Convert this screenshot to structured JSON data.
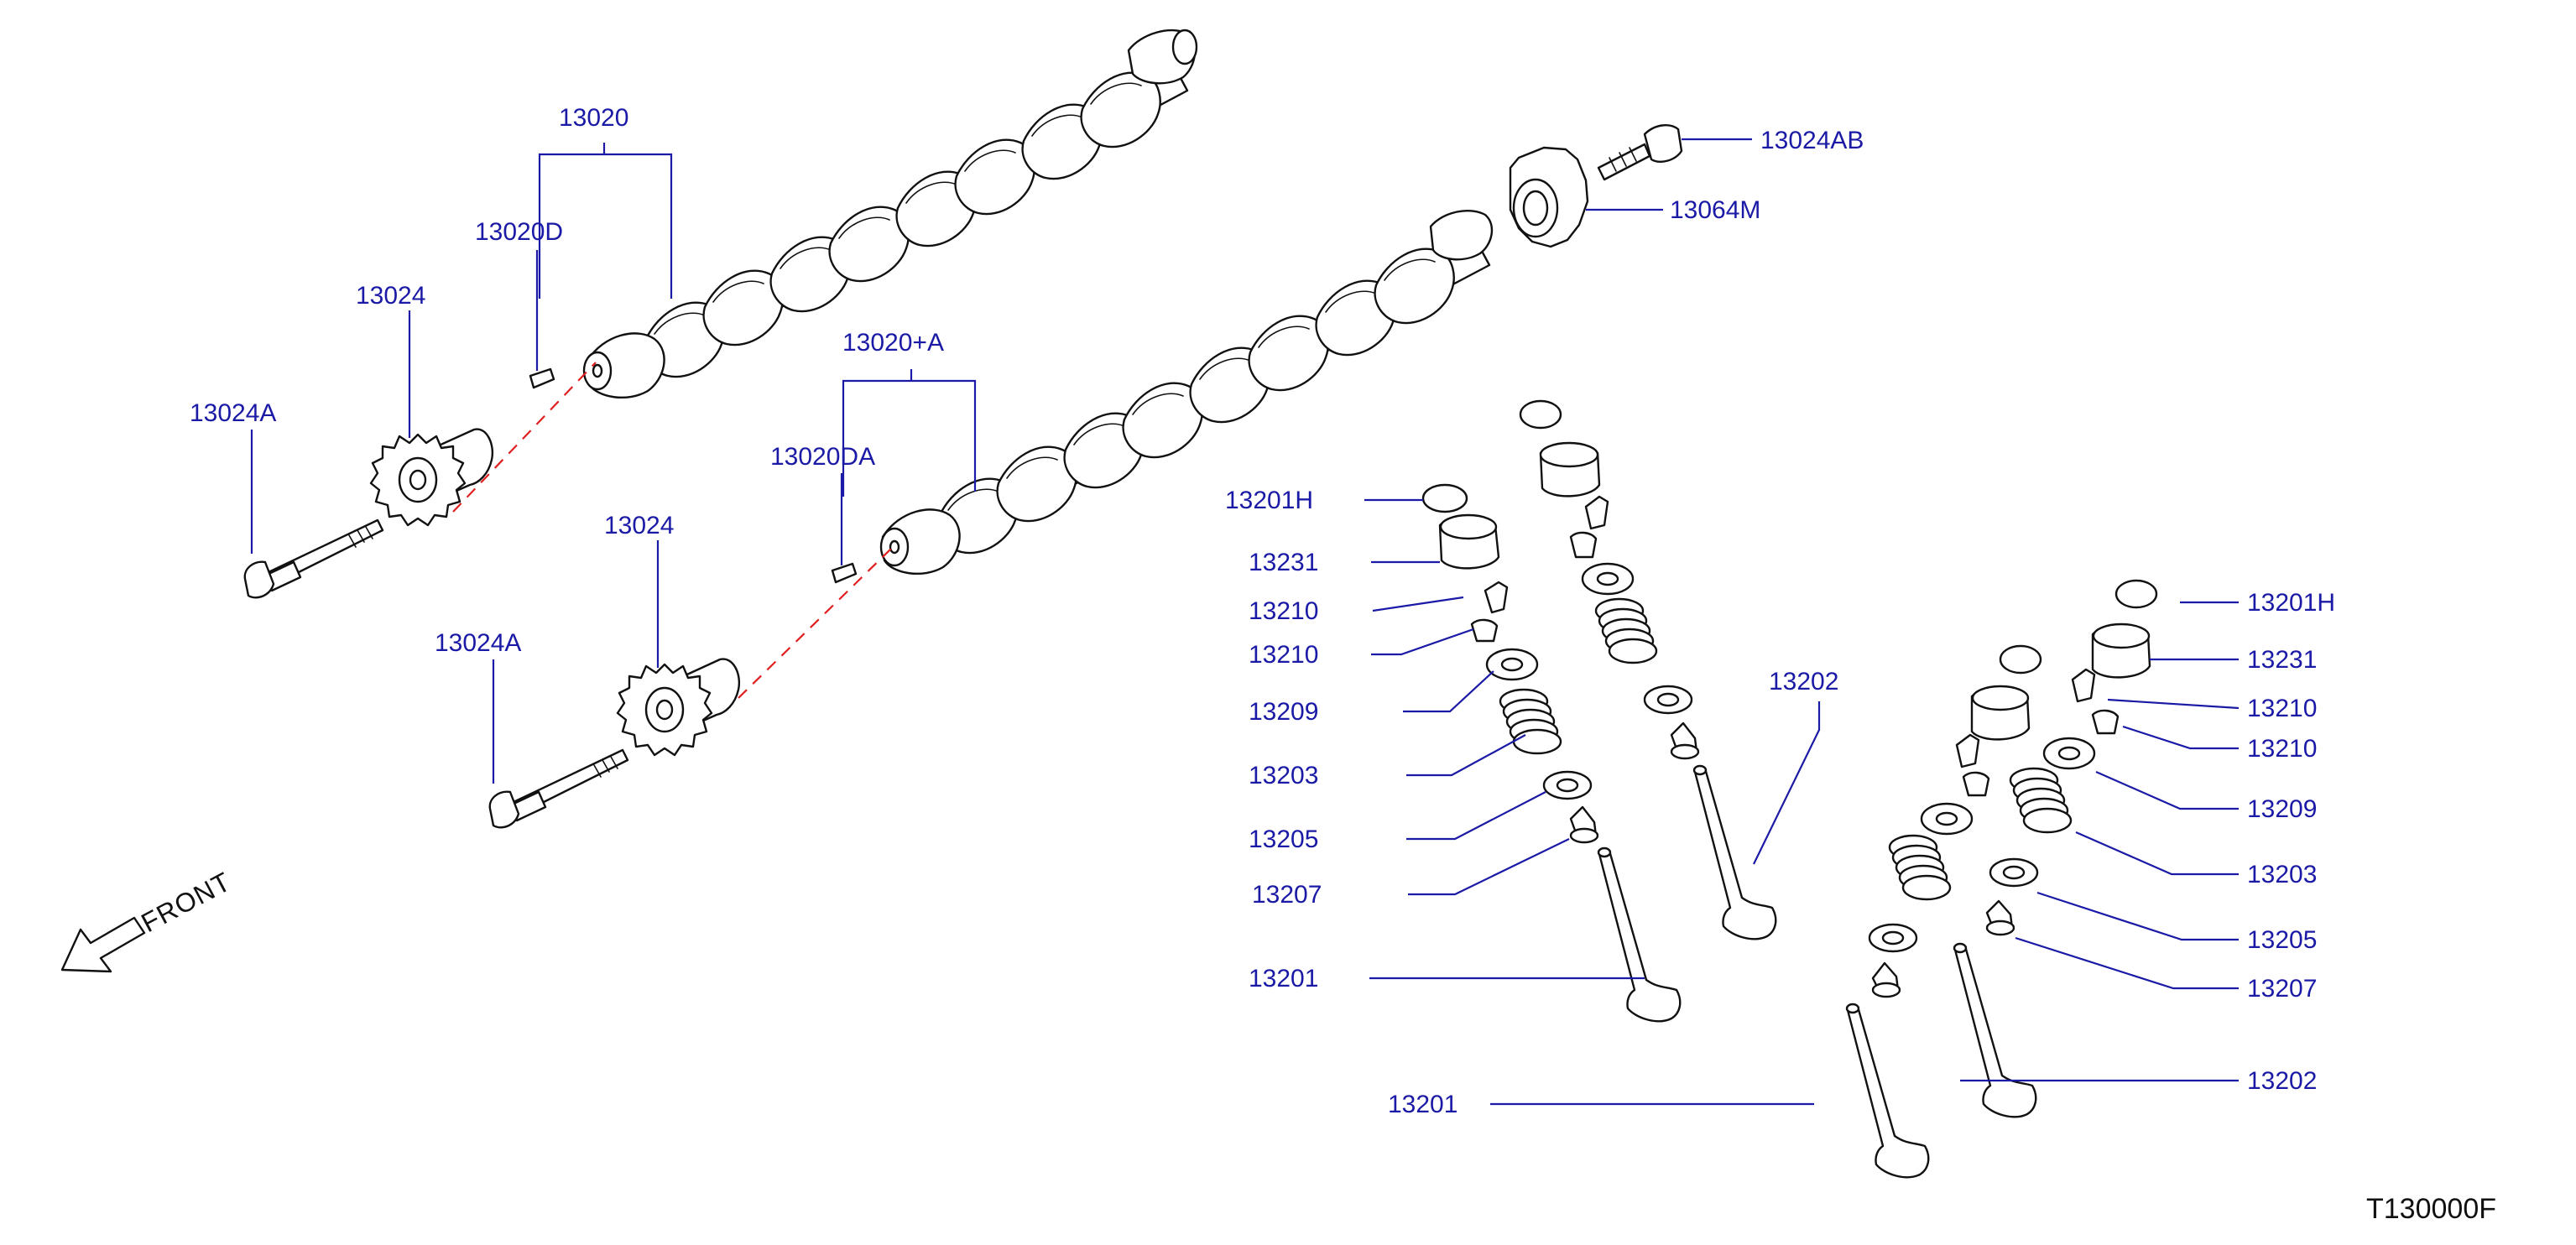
{
  "diagram": {
    "drawing_code": "T130000F",
    "front_label": "FRONT",
    "labels": {
      "l13020": "13020",
      "l13020D": "13020D",
      "l13024_top": "13024",
      "l13024A_top": "13024A",
      "l13020A": "13020+A",
      "l13020DA": "13020DA",
      "l13024_mid": "13024",
      "l13024A_mid": "13024A",
      "l13024AB": "13024AB",
      "l13064M": "13064M",
      "l13201H_left": "13201H",
      "l13231_left": "13231",
      "l13210_left1": "13210",
      "l13210_left2": "13210",
      "l13209_left": "13209",
      "l13203_left": "13203",
      "l13205_left": "13205",
      "l13207_left": "13207",
      "l13201_left": "13201",
      "l13202_center": "13202",
      "l13201_bottom": "13201",
      "l13201H_right": "13201H",
      "l13231_right": "13231",
      "l13210_right1": "13210",
      "l13210_right2": "13210",
      "l13209_right": "13209",
      "l13203_right": "13203",
      "l13205_right": "13205",
      "l13207_right": "13207",
      "l13202_right": "13202"
    }
  }
}
